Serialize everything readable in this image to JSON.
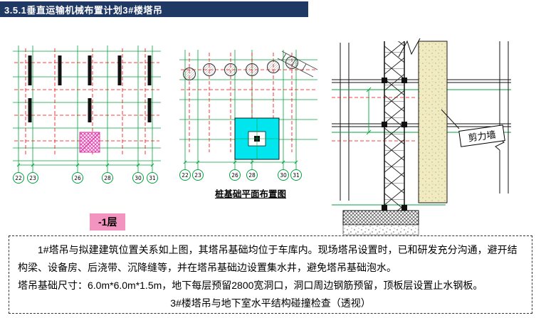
{
  "header": {
    "title": "3.5.1垂直运输机械布置计划3#楼塔吊"
  },
  "plans": {
    "left": {
      "axis_labels": [
        "22",
        "23",
        "26",
        "28",
        "30",
        "31"
      ],
      "level_label": "-1层"
    },
    "middle": {
      "axis_labels": [
        "22",
        "23",
        "26",
        "28",
        "30",
        "31"
      ],
      "caption": "桩基础平面布置图"
    },
    "section": {
      "wall_label": "剪力墙"
    }
  },
  "notes": {
    "para1": "1#塔吊与拟建建筑位置关系如上图，其塔吊基础均位于车库内。现场塔吊设置时，已和研发充分沟通，避开结构梁、设备房、后浇带、沉降缝等，并在塔吊基础边设置集水井，避免塔吊基础泡水。",
    "para2": "塔吊基础尺寸：6.0m*6.0m*1.5m，地下每层预留2800宽洞口，洞口周边钢筋预留，顶板层设置止水钢板。",
    "para3": "3#楼塔吊与地下室水平结构碰撞检查（透视）"
  },
  "colors": {
    "title_bar_bg": "#1F3864",
    "grid_line_green": "#00A33D",
    "centerline_red": "#FF0000",
    "pile_cap_cyan": "#00E5EE",
    "foundation_hatch_pink": "#E23AA8",
    "wall_fill_yellow": "#F1EBC4",
    "level_label_highlight": "#F393C0"
  }
}
